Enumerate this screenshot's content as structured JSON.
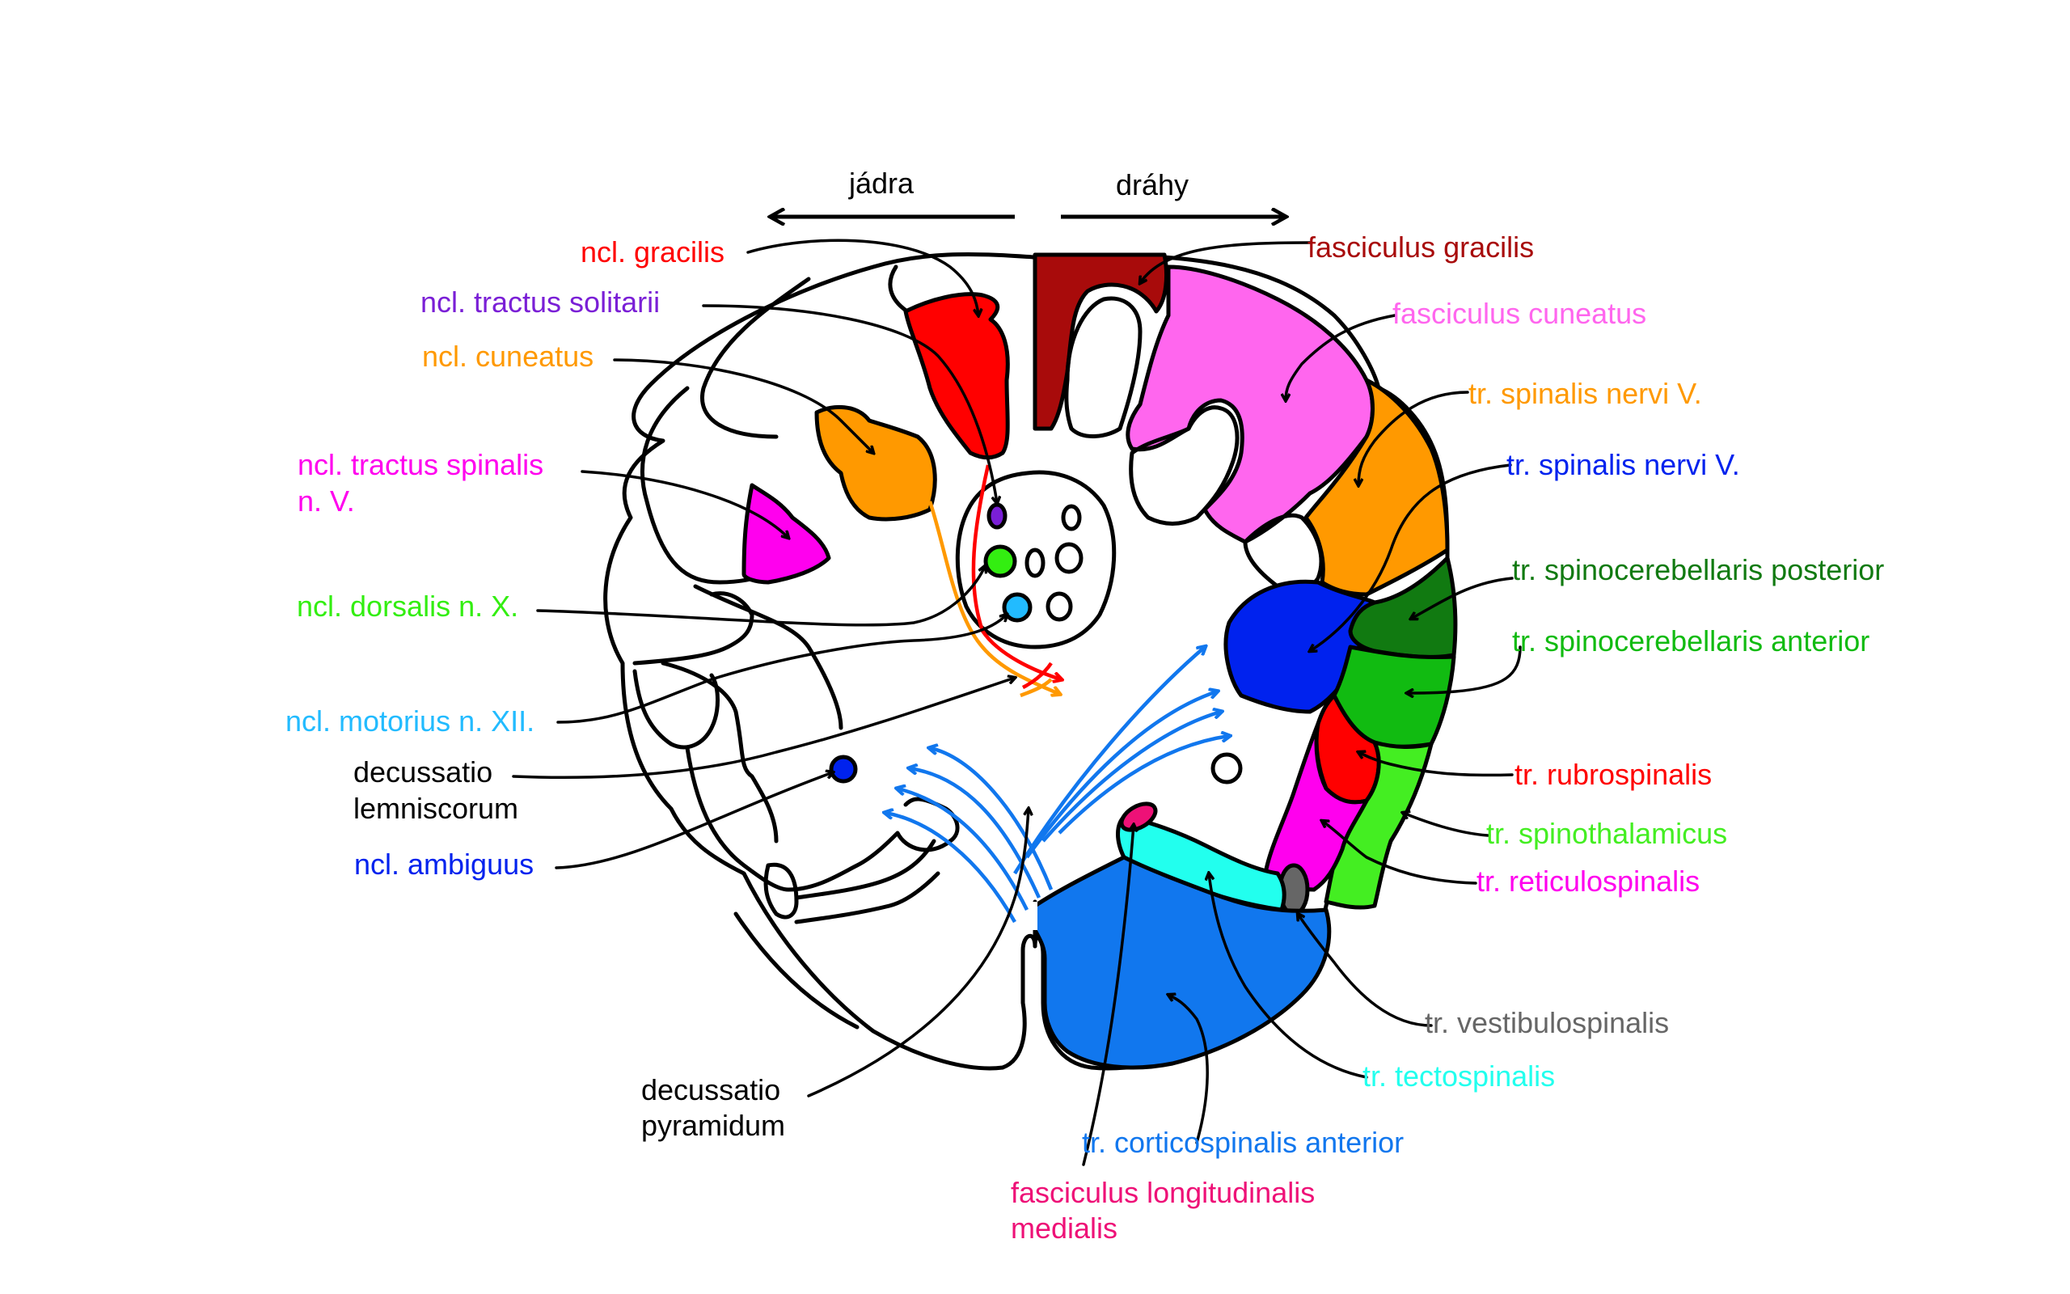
{
  "header": {
    "left": "jádra",
    "right": "dráhy"
  },
  "colors": {
    "red": "#ff0000",
    "darkred": "#a80b0b",
    "pink": "#ff66ee",
    "orange": "#ff9900",
    "purple": "#7a1fd6",
    "magenta": "#ff00ee",
    "green": "#33ee11",
    "cyan": "#22bbff",
    "blue": "#0022ee",
    "darkgreen": "#117a11",
    "midgreen": "#11bb11",
    "lightgreen": "#44ee22",
    "gray": "#666666",
    "aqua": "#22ffee",
    "azure": "#1177ee",
    "crimson": "#ee1177"
  },
  "labels": {
    "ncl_gracilis": "ncl. gracilis",
    "ncl_tractus_solitarii": "ncl. tractus solitarii",
    "ncl_cuneatus": "ncl. cuneatus",
    "ncl_tractus_spinalis_1": "ncl. tractus spinalis",
    "ncl_tractus_spinalis_2": "n. V.",
    "ncl_dorsalis": "ncl. dorsalis n. X.",
    "ncl_motorius": "ncl. motorius n. XII.",
    "decussatio_lemniscorum_1": "decussatio",
    "decussatio_lemniscorum_2": "lemniscorum",
    "ncl_ambiguus": "ncl. ambiguus",
    "decussatio_pyramidum_1": "decussatio",
    "decussatio_pyramidum_2": "pyramidum",
    "fasciculus_gracilis": "fasciculus gracilis",
    "fasciculus_cuneatus": "fasciculus cuneatus",
    "tr_spinalis_nervi_v_orange": "tr. spinalis nervi V.",
    "tr_spinalis_nervi_v_blue": "tr. spinalis nervi V.",
    "tr_spinocerebellaris_posterior": "tr. spinocerebellaris posterior",
    "tr_spinocerebellaris_anterior": "tr. spinocerebellaris anterior",
    "tr_rubrospinalis": "tr. rubrospinalis",
    "tr_spinothalamicus": "tr. spinothalamicus",
    "tr_reticulospinalis": "tr. reticulospinalis",
    "tr_vestibulospinalis": "tr. vestibulospinalis",
    "tr_tectospinalis": "tr. tectospinalis",
    "tr_corticospinalis_anterior": "tr. corticospinalis anterior",
    "fasciculus_longitudinalis_1": "fasciculus longitudinalis",
    "fasciculus_longitudinalis_2": "medialis"
  }
}
